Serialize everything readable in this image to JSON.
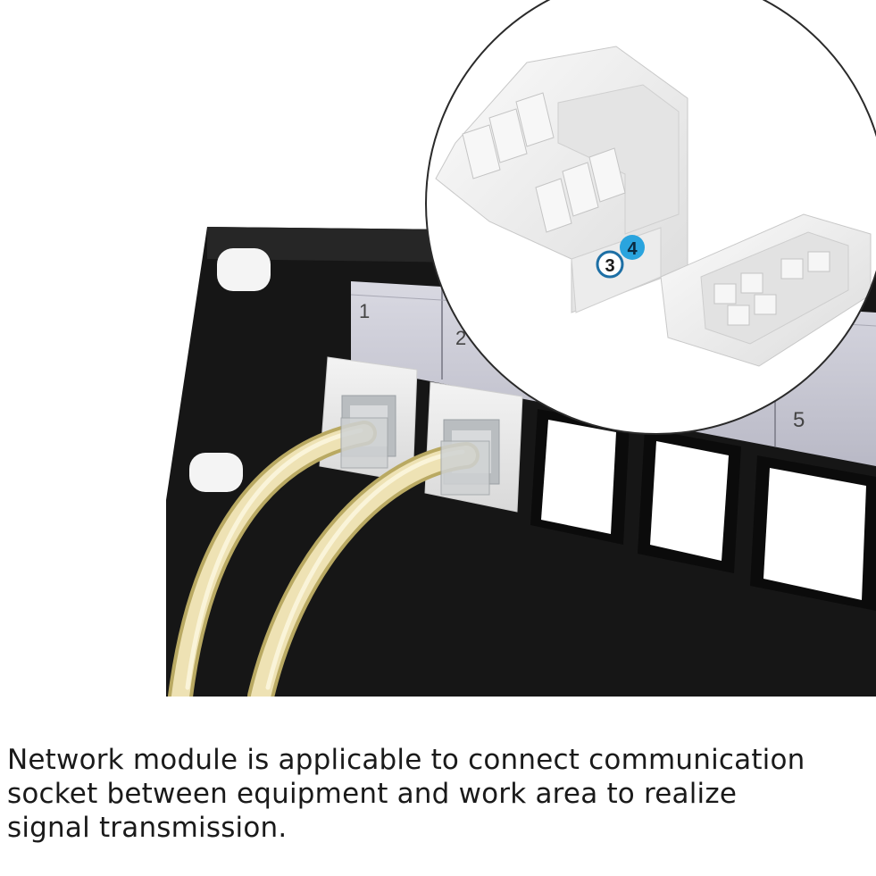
{
  "panel": {
    "port_labels": [
      "1",
      "2",
      "5"
    ]
  },
  "keystone": {
    "pin_labels": [
      "3",
      "4"
    ]
  },
  "caption": {
    "lines": [
      "Network module is applicable to connect communication",
      "socket between equipment and work area to realize",
      "signal transmission."
    ]
  },
  "colors": {
    "panel": "#151515",
    "label_strip": "#c9c9d3",
    "cable": "#e6d9a6",
    "keystone_body": "#f1f1f1",
    "pin_badge": "#2aa4de"
  }
}
